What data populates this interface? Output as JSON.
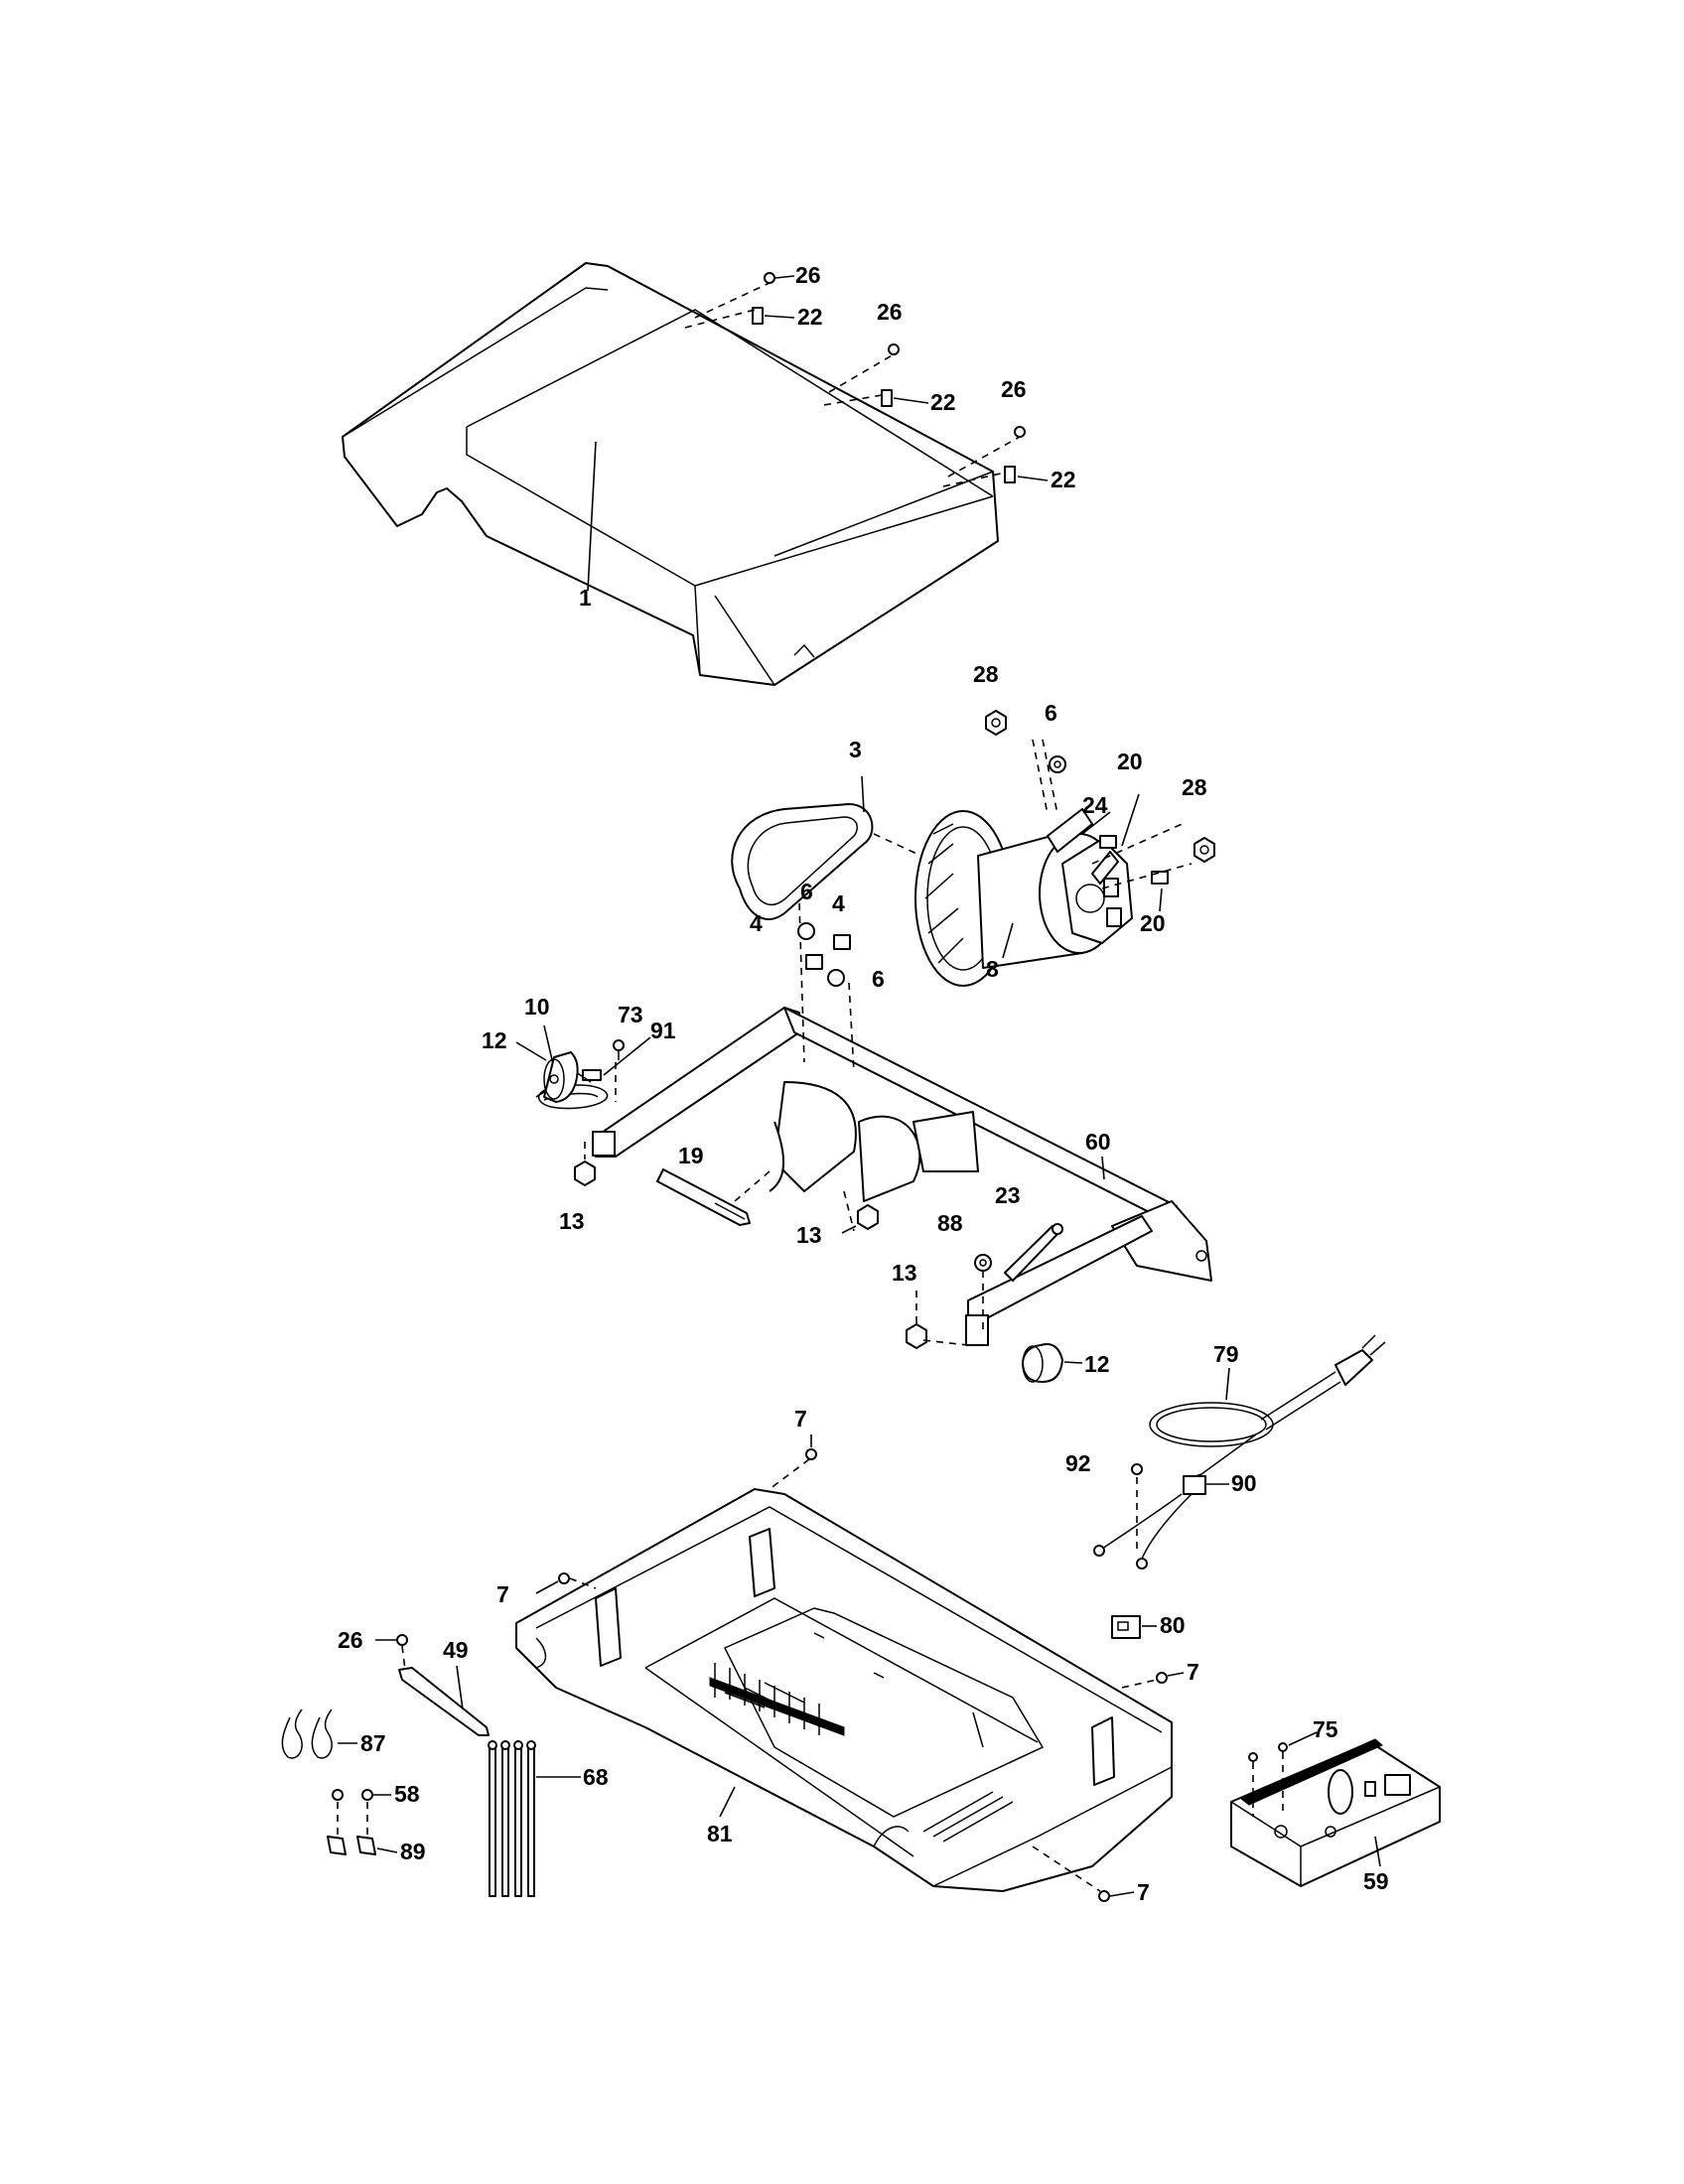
{
  "callouts": [
    {
      "id": "c26a",
      "label": "26"
    },
    {
      "id": "c22a",
      "label": "22"
    },
    {
      "id": "c26b",
      "label": "26"
    },
    {
      "id": "c22b",
      "label": "22"
    },
    {
      "id": "c26c",
      "label": "26"
    },
    {
      "id": "c22c",
      "label": "22"
    },
    {
      "id": "c1",
      "label": "1"
    },
    {
      "id": "c28a",
      "label": "28"
    },
    {
      "id": "c6a",
      "label": "6"
    },
    {
      "id": "c3",
      "label": "3"
    },
    {
      "id": "c20a",
      "label": "20"
    },
    {
      "id": "c28b",
      "label": "28"
    },
    {
      "id": "c24",
      "label": "24"
    },
    {
      "id": "c20b",
      "label": "20"
    },
    {
      "id": "c6b",
      "label": "6"
    },
    {
      "id": "c4a",
      "label": "4"
    },
    {
      "id": "c4b",
      "label": "4"
    },
    {
      "id": "c6c",
      "label": "6"
    },
    {
      "id": "c8",
      "label": "8"
    },
    {
      "id": "c10",
      "label": "10"
    },
    {
      "id": "c73",
      "label": "73"
    },
    {
      "id": "c91",
      "label": "91"
    },
    {
      "id": "c12a",
      "label": "12"
    },
    {
      "id": "c60",
      "label": "60"
    },
    {
      "id": "c19",
      "label": "19"
    },
    {
      "id": "c13a",
      "label": "13"
    },
    {
      "id": "c23",
      "label": "23"
    },
    {
      "id": "c88",
      "label": "88"
    },
    {
      "id": "c13b",
      "label": "13"
    },
    {
      "id": "c13c",
      "label": "13"
    },
    {
      "id": "c12b",
      "label": "12"
    },
    {
      "id": "c79",
      "label": "79"
    },
    {
      "id": "c7a",
      "label": "7"
    },
    {
      "id": "c92",
      "label": "92"
    },
    {
      "id": "c90",
      "label": "90"
    },
    {
      "id": "c7b",
      "label": "7"
    },
    {
      "id": "c80",
      "label": "80"
    },
    {
      "id": "c7c",
      "label": "7"
    },
    {
      "id": "c26d",
      "label": "26"
    },
    {
      "id": "c49",
      "label": "49"
    },
    {
      "id": "c87",
      "label": "87"
    },
    {
      "id": "c75",
      "label": "75"
    },
    {
      "id": "c58",
      "label": "58"
    },
    {
      "id": "c68",
      "label": "68"
    },
    {
      "id": "c81",
      "label": "81"
    },
    {
      "id": "c89",
      "label": "89"
    },
    {
      "id": "c59",
      "label": "59"
    },
    {
      "id": "c7d",
      "label": "7"
    }
  ]
}
